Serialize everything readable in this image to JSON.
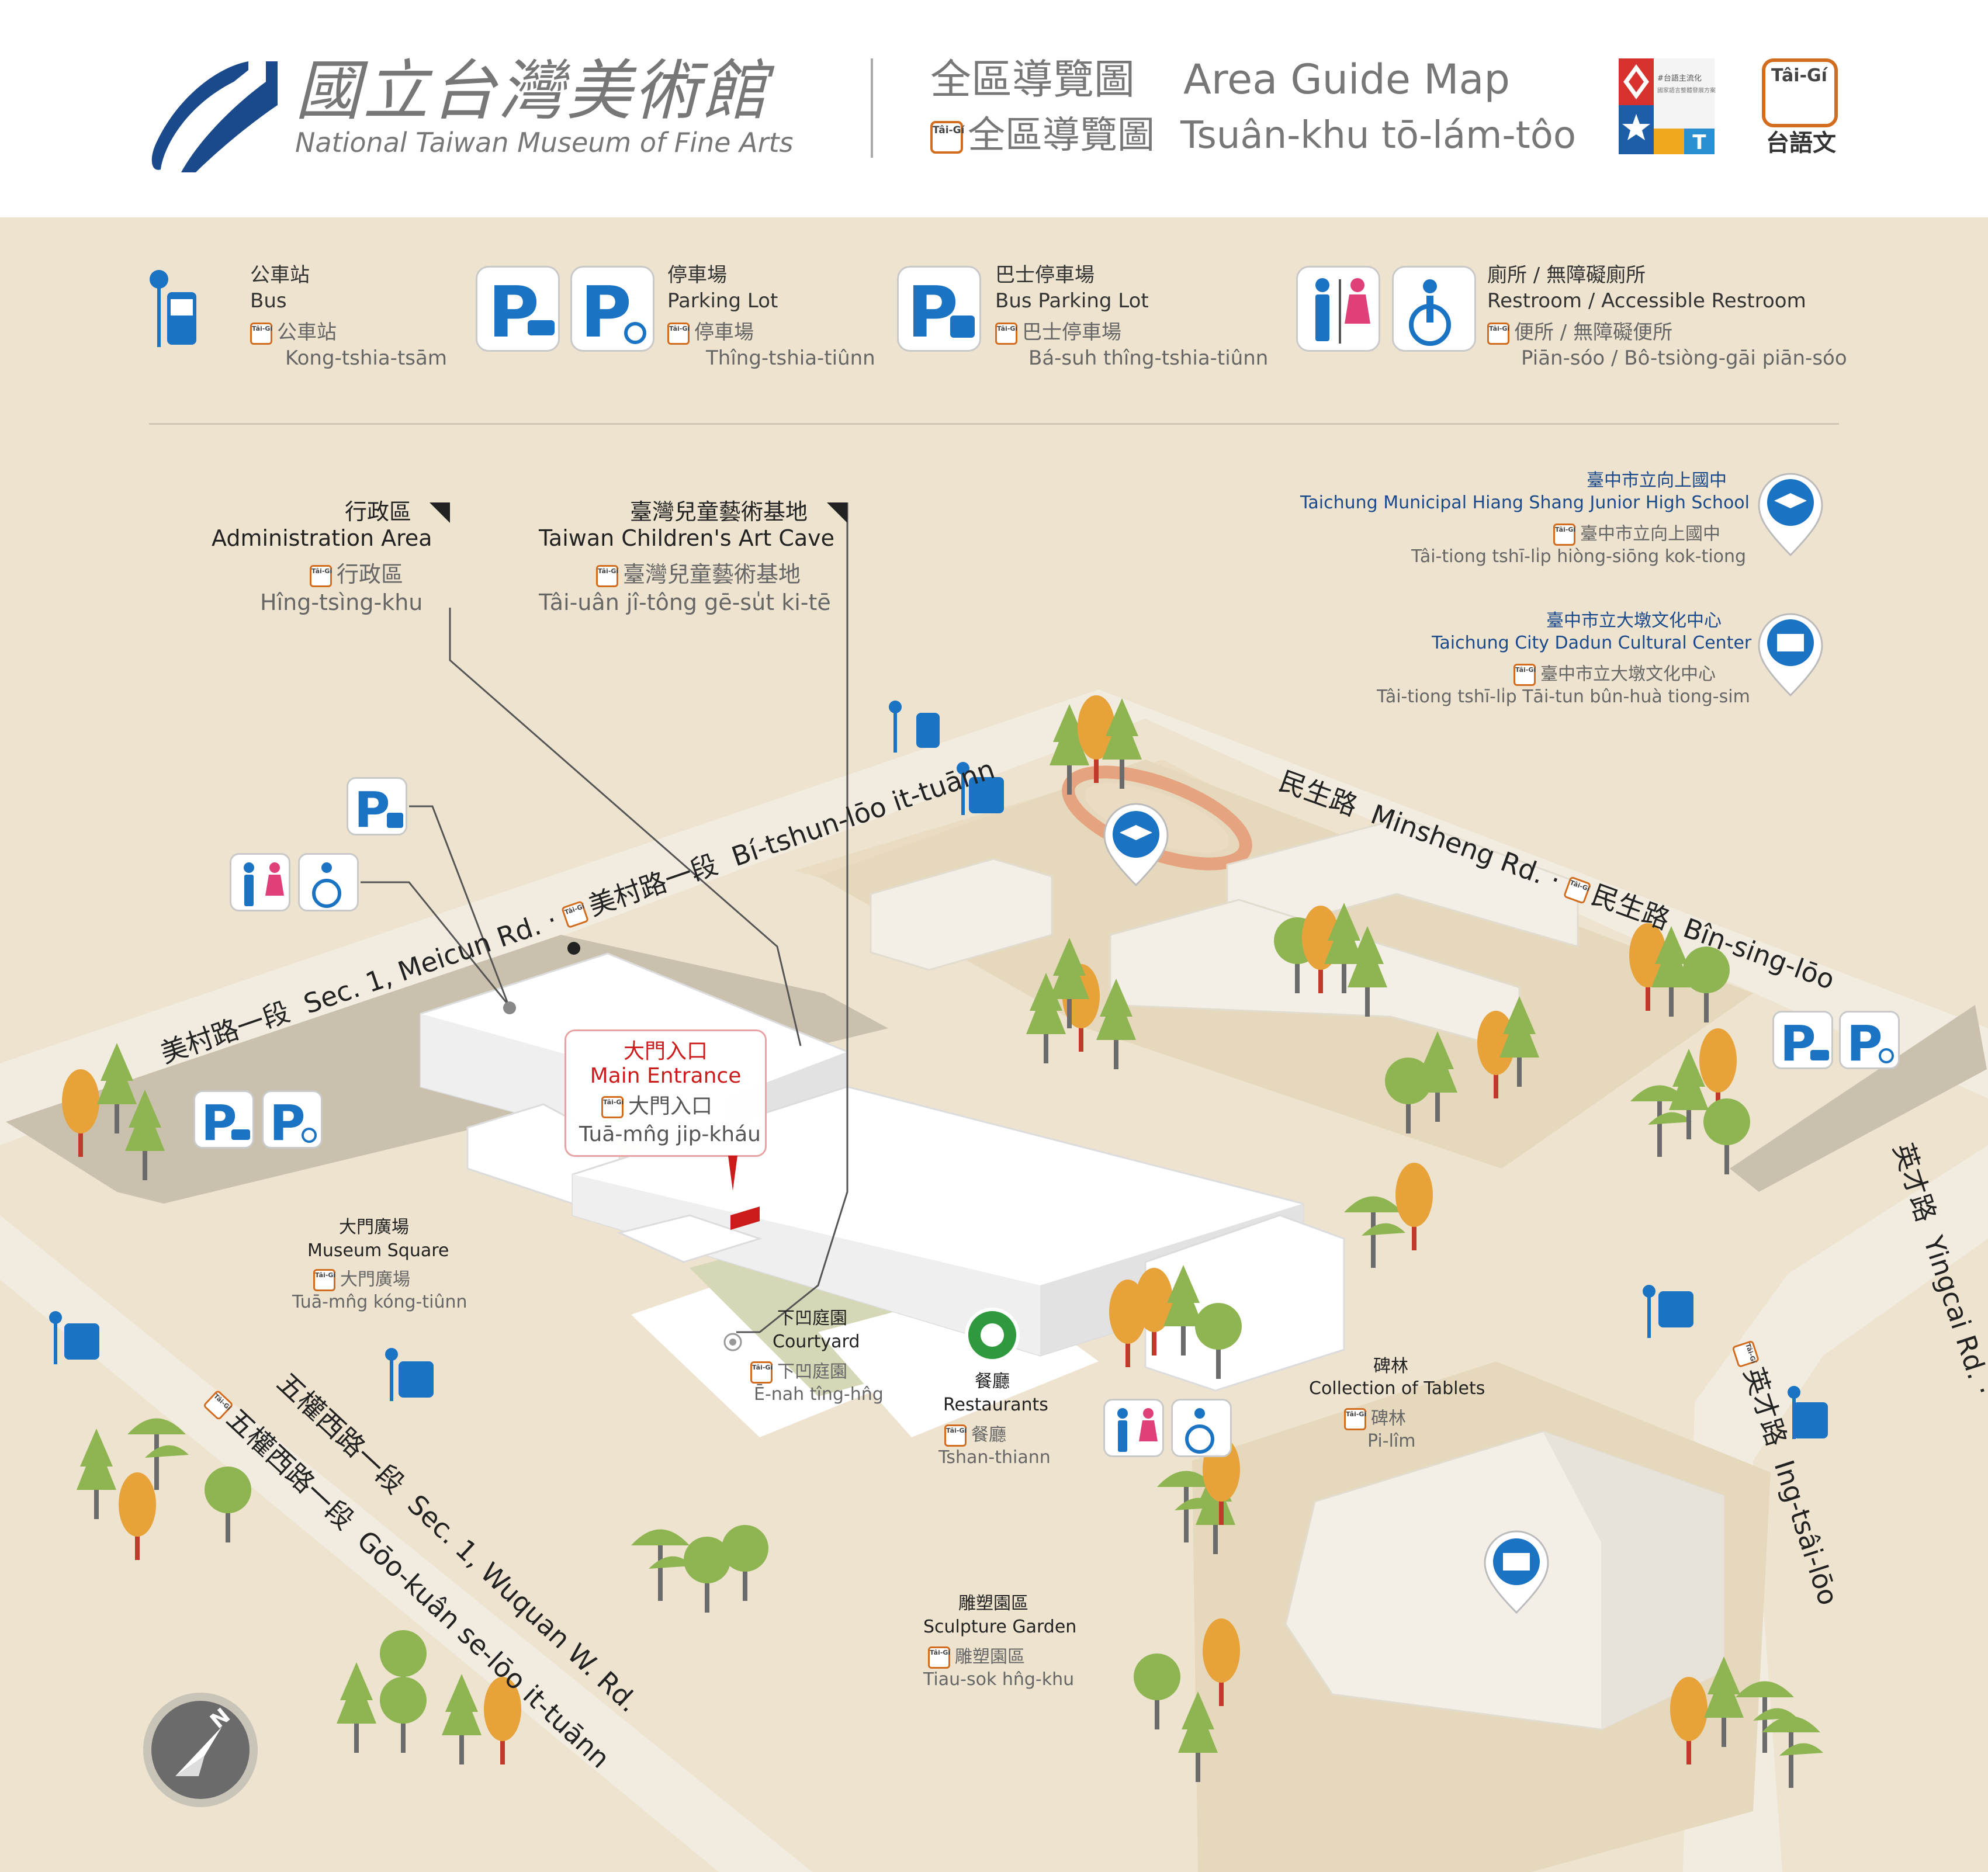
{
  "header": {
    "museum_name_zh": "國立台灣美術館",
    "museum_name_en": "National Taiwan Museum of Fine Arts",
    "map_title_zh": "全區導覽圖",
    "map_title_en": "Area Guide Map",
    "map_title_tai_zh": "全區導覽圖",
    "map_title_tai": "Tsuân-khu tō-lám-tôo",
    "badge_text": "#台語主流化",
    "badge_subtext": "國家語言整體發展方案",
    "taigi_logo_label": "台語文",
    "taigi_chip_text": "Tâi-Gí"
  },
  "legend": [
    {
      "zh": "公車站",
      "en": "Bus",
      "tai_zh": "公車站",
      "tai": "Kong-tshia-tsām",
      "icon": "bus-stop-icon"
    },
    {
      "zh": "停車場",
      "en": "Parking Lot",
      "tai_zh": "停車場",
      "tai": "Thîng-tshia-tiûnn",
      "icon": "parking-icon"
    },
    {
      "zh": "巴士停車場",
      "en": "Bus Parking Lot",
      "tai_zh": "巴士停車場",
      "tai": "Bá-suh  thîng-tshia-tiûnn",
      "icon": "bus-parking-icon"
    },
    {
      "zh": "廁所 / 無障礙廁所",
      "en": "Restroom / Accessible Restroom",
      "tai_zh": "便所 / 無障礙便所",
      "tai": "Piān-sóo / Bô-tsiòng-gāi piān-sóo",
      "icon": "restroom-icon"
    }
  ],
  "areas": {
    "admin": {
      "zh": "行政區",
      "en": "Administration Area",
      "tai_zh": "行政區",
      "tai": "Hîng-tsìng-khu"
    },
    "kids": {
      "zh": "臺灣兒童藝術基地",
      "en": "Taiwan Children's Art Cave",
      "tai_zh": "臺灣兒童藝術基地",
      "tai": "Tâi-uân jî-tông gē-su̍t ki-tē"
    },
    "school": {
      "zh": "臺中市立向上國中",
      "en": "Taichung Municipal Hiang Shang Junior High School",
      "tai_zh": "臺中市立向上國中",
      "tai": "Tâi-tiong tshī-li̍p hiòng-siōng kok-tiong"
    },
    "cultural": {
      "zh": "臺中市立大墩文化中心",
      "en": "Taichung City Dadun Cultural Center",
      "tai_zh": "臺中市立大墩文化中心",
      "tai": "Tâi-tiong tshī-li̍p Tāi-tun bûn-huà tiong-sim"
    },
    "entrance": {
      "zh": "大門入口",
      "en": "Main Entrance",
      "tai_zh": "大門入口",
      "tai": "Tuā-mn̂g jip-kháu"
    },
    "square": {
      "zh": "大門廣場",
      "en": "Museum Square",
      "tai_zh": "大門廣場",
      "tai": "Tuā-mn̂g kóng-tiûnn"
    },
    "courtyard": {
      "zh": "下凹庭園",
      "en": "Courtyard",
      "tai_zh": "下凹庭園",
      "tai": "Ē-nah tîng-hn̂g"
    },
    "restaurant": {
      "zh": "餐廳",
      "en": "Restaurants",
      "tai_zh": "餐廳",
      "tai": "Tshan-thiann"
    },
    "tablets": {
      "zh": "碑林",
      "en": "Collection of Tablets",
      "tai_zh": "碑林",
      "tai": "Pi-lîm"
    },
    "sculpture": {
      "zh": "雕塑園區",
      "en": "Sculpture Garden",
      "tai_zh": "雕塑園區",
      "tai": "Tiau-sok hn̂g-khu"
    }
  },
  "roads": {
    "meicun": {
      "zh": "美村路一段",
      "en": "Sec. 1, Meicun Rd.",
      "tai_zh": "美村路一段",
      "tai": "Bí-tshun-lōo it-tuānn"
    },
    "minsheng": {
      "zh": "民生路",
      "en": "Minsheng Rd.",
      "tai_zh": "民生路",
      "tai": "Bîn-sing-lōo"
    },
    "yingcai": {
      "zh": "英才路",
      "en": "Yingcai Rd.",
      "tai_zh": "英才路",
      "tai": "Ing-tsâi-lōo"
    },
    "wuquan": {
      "zh": "五權西路一段",
      "en": "Sec. 1, Wuquan W. Rd.",
      "tai_zh": "五權西路一段",
      "tai": "Gōo-kuân se-lōo it-tuānn"
    }
  },
  "compass_label": "N",
  "colors": {
    "brand_blue": "#1a4a8c",
    "map_bg": "#ede3cf",
    "road": "#ece5d6",
    "road_gray": "#bdb5a4",
    "building": "#ffffff",
    "campus": "#e6d8bc",
    "red_accent": "#cc1b1b",
    "tai_orange": "#d26d1f",
    "restaurant_green": "#2e9a3d"
  }
}
